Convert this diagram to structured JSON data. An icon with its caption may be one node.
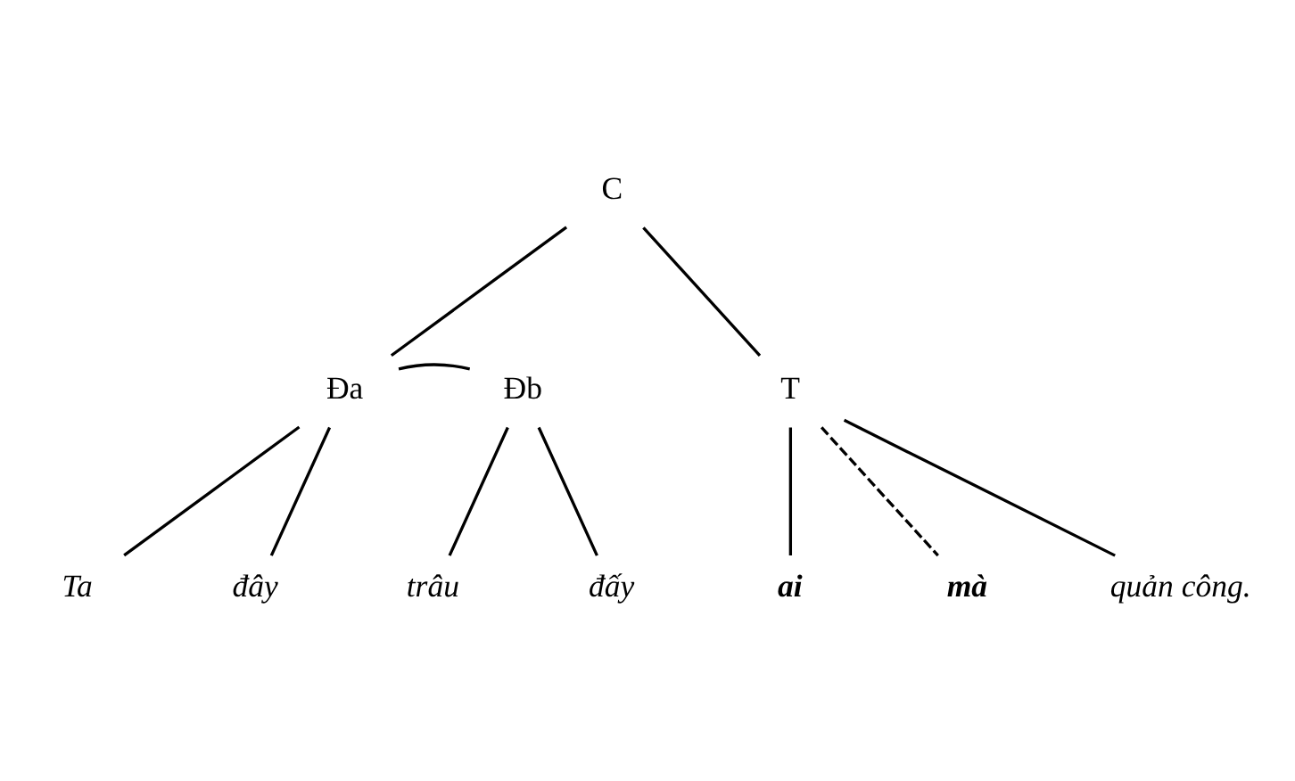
{
  "diagram": {
    "nodes": [
      {
        "text": [
          "C"
        ]
      },
      {
        "text": [
          "Đa"
        ]
      },
      {
        "text": [
          "Đb"
        ]
      },
      {
        "text": [
          "T"
        ]
      },
      {
        "text": [
          "Ta"
        ]
      },
      {
        "text": [
          "đây"
        ]
      },
      {
        "text": [
          "trâu"
        ]
      },
      {
        "text": [
          "đấy"
        ]
      },
      {
        "text": [
          "ai"
        ]
      },
      {
        "text": [
          "mà"
        ]
      },
      {
        "text": [
          "quản công."
        ]
      }
    ],
    "edges": [
      {
        "from": 0,
        "to": 1,
        "arrow": "none"
      },
      {
        "from": 0,
        "to": 3,
        "arrow": "none"
      },
      {
        "from": 1,
        "to": 2,
        "arrow": "none"
      },
      {
        "from": 1,
        "to": 4,
        "arrow": "none"
      },
      {
        "from": 1,
        "to": 5,
        "arrow": "none"
      },
      {
        "from": 2,
        "to": 6,
        "arrow": "none"
      },
      {
        "from": 2,
        "to": 7,
        "arrow": "none"
      },
      {
        "from": 3,
        "to": 8,
        "arrow": "none"
      },
      {
        "from": 3,
        "to": 9,
        "arrow": "none",
        "style": "dashed"
      },
      {
        "from": 3,
        "to": 10,
        "arrow": "none"
      }
    ]
  }
}
